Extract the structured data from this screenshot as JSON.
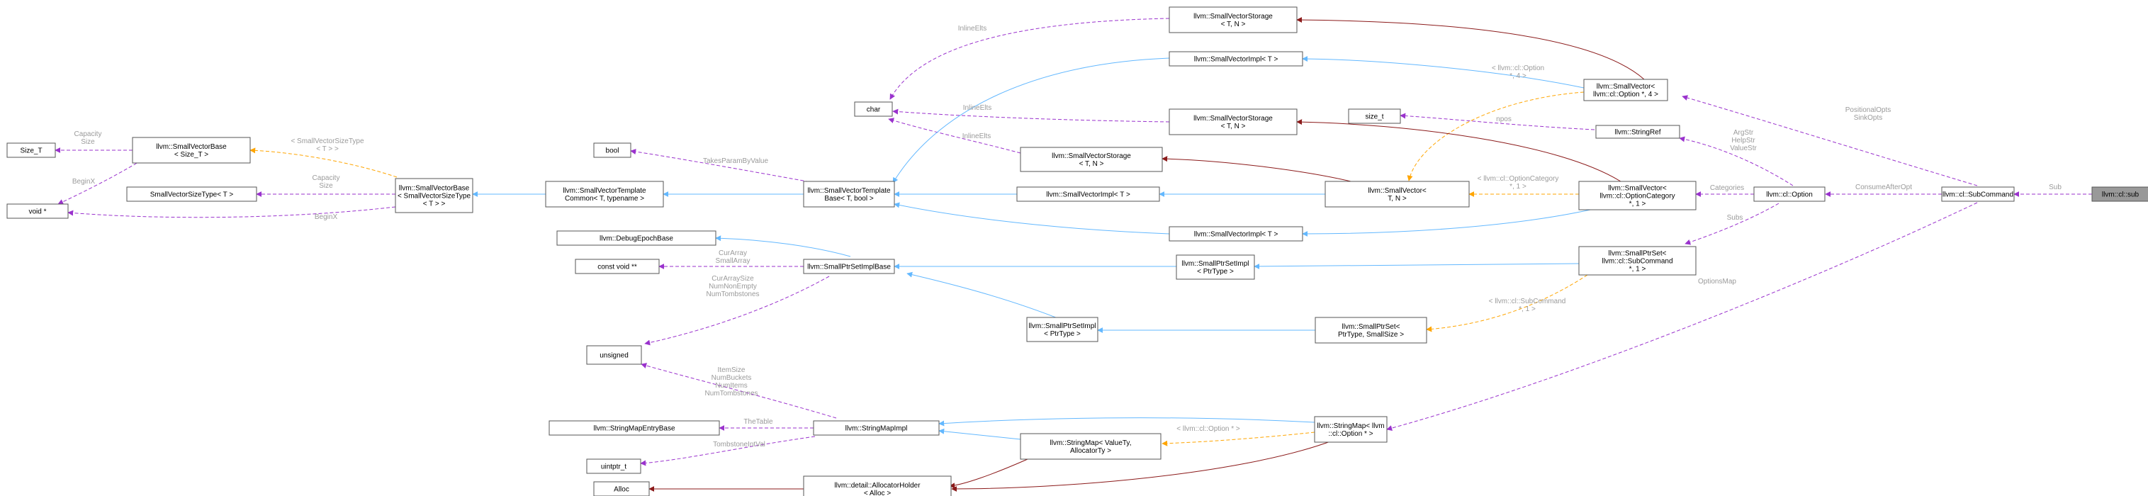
{
  "colors": {
    "inheritance": "#63b8ff",
    "usage": "#9a32cd",
    "template": "#ffa500",
    "composition": "#8b1a1a",
    "focus_fill": "#999999"
  },
  "nodes": [
    {
      "id": "sub",
      "lines": [
        "llvm::cl::sub"
      ],
      "focus": true
    },
    {
      "id": "subcommand",
      "lines": [
        "llvm::cl::SubCommand"
      ]
    },
    {
      "id": "option",
      "lines": [
        "llvm::cl::Option"
      ]
    },
    {
      "id": "sv_opt4",
      "lines": [
        "llvm::SmallVector<",
        "llvm::cl::Option *, 4 >"
      ]
    },
    {
      "id": "sv_optcat",
      "lines": [
        "llvm::SmallVector<",
        "llvm::cl::OptionCategory",
        "*, 1 >"
      ]
    },
    {
      "id": "sps_sub",
      "lines": [
        "llvm::SmallPtrSet<",
        "llvm::cl::SubCommand",
        "*, 1 >"
      ]
    },
    {
      "id": "stringref",
      "lines": [
        "llvm::StringRef"
      ]
    },
    {
      "id": "size_t",
      "lines": [
        "size_t"
      ]
    },
    {
      "id": "svs_top",
      "lines": [
        "llvm::SmallVectorStorage",
        "< T, N >"
      ]
    },
    {
      "id": "svimpl_top",
      "lines": [
        "llvm::SmallVectorImpl< T >"
      ]
    },
    {
      "id": "svs_mid",
      "lines": [
        "llvm::SmallVectorStorage",
        "< T, N >"
      ]
    },
    {
      "id": "svs_low",
      "lines": [
        "llvm::SmallVectorStorage",
        "< T, N >"
      ]
    },
    {
      "id": "svimpl_mid",
      "lines": [
        "llvm::SmallVectorImpl< T >"
      ]
    },
    {
      "id": "sv_tn",
      "lines": [
        "llvm::SmallVector<",
        "T, N >"
      ]
    },
    {
      "id": "svimpl_low",
      "lines": [
        "llvm::SmallVectorImpl< T >"
      ]
    },
    {
      "id": "char",
      "lines": [
        "char"
      ]
    },
    {
      "id": "bool",
      "lines": [
        "bool"
      ]
    },
    {
      "id": "svtb",
      "lines": [
        "llvm::SmallVectorTemplate",
        "Base< T, bool >"
      ]
    },
    {
      "id": "svtcb",
      "lines": [
        "llvm::SmallVectorTemplate",
        "Common< T, typename >"
      ]
    },
    {
      "id": "svb_svst",
      "lines": [
        "llvm::SmallVectorBase",
        "< SmallVectorSizeType",
        "< T > >"
      ]
    },
    {
      "id": "svb_size",
      "lines": [
        "llvm::SmallVectorBase",
        "< Size_T >"
      ]
    },
    {
      "id": "Size_T",
      "lines": [
        "Size_T"
      ]
    },
    {
      "id": "voidp",
      "lines": [
        "void *"
      ]
    },
    {
      "id": "svst",
      "lines": [
        "SmallVectorSizeType< T >"
      ]
    },
    {
      "id": "debug",
      "lines": [
        "llvm::DebugEpochBase"
      ]
    },
    {
      "id": "cvoidpp",
      "lines": [
        "const void **"
      ]
    },
    {
      "id": "spsib",
      "lines": [
        "llvm::SmallPtrSetImplBase"
      ]
    },
    {
      "id": "unsigned",
      "lines": [
        "unsigned"
      ]
    },
    {
      "id": "spsi_top",
      "lines": [
        "llvm::SmallPtrSetImpl",
        "< PtrType >"
      ]
    },
    {
      "id": "spsi_low",
      "lines": [
        "llvm::SmallPtrSetImpl",
        "< PtrType >"
      ]
    },
    {
      "id": "sps_gen",
      "lines": [
        "llvm::SmallPtrSet<",
        "PtrType, SmallSize >"
      ]
    },
    {
      "id": "smeb",
      "lines": [
        "llvm::StringMapEntryBase"
      ]
    },
    {
      "id": "uintptr",
      "lines": [
        "uintptr_t"
      ]
    },
    {
      "id": "alloc",
      "lines": [
        "Alloc"
      ]
    },
    {
      "id": "smimpl",
      "lines": [
        "llvm::StringMapImpl"
      ]
    },
    {
      "id": "sm_vt",
      "lines": [
        "llvm::StringMap< ValueTy,",
        "AllocatorTy >"
      ]
    },
    {
      "id": "allocholder",
      "lines": [
        "llvm::detail::AllocatorHolder",
        "< Alloc >"
      ]
    },
    {
      "id": "sm_opt",
      "lines": [
        "llvm::StringMap< llvm",
        "::cl::Option * >"
      ]
    }
  ],
  "edge_labels": [
    {
      "id": "l_sub",
      "lines": [
        "Sub"
      ]
    },
    {
      "id": "l_consume",
      "lines": [
        "ConsumeAfterOpt"
      ]
    },
    {
      "id": "l_positional",
      "lines": [
        "PositionalOpts",
        "SinkOpts"
      ]
    },
    {
      "id": "l_optionsmap",
      "lines": [
        "OptionsMap"
      ]
    },
    {
      "id": "l_categories",
      "lines": [
        "Categories"
      ]
    },
    {
      "id": "l_subs",
      "lines": [
        "Subs"
      ]
    },
    {
      "id": "l_argstr",
      "lines": [
        "ArgStr",
        "HelpStr",
        "ValueStr"
      ]
    },
    {
      "id": "l_npos",
      "lines": [
        "npos"
      ]
    },
    {
      "id": "l_inlineelts_top",
      "lines": [
        "InlineElts"
      ]
    },
    {
      "id": "l_inlineelts_mid",
      "lines": [
        "InlineElts"
      ]
    },
    {
      "id": "l_inlineelts_low",
      "lines": [
        "InlineElts"
      ]
    },
    {
      "id": "l_tpl_opt4",
      "lines": [
        "< llvm::cl::Option",
        "*, 4 >"
      ]
    },
    {
      "id": "l_tpl_optcat",
      "lines": [
        "< llvm::cl::OptionCategory",
        "*, 1 >"
      ]
    },
    {
      "id": "l_tpl_subcmd",
      "lines": [
        "< llvm::cl::SubCommand",
        "*, 1 >"
      ]
    },
    {
      "id": "l_tpl_sm",
      "lines": [
        "< llvm::cl::Option * >"
      ]
    },
    {
      "id": "l_takesparam",
      "lines": [
        "TakesParamByValue"
      ]
    },
    {
      "id": "l_tpl_svst",
      "lines": [
        "< SmallVectorSizeType",
        "< T > >"
      ]
    },
    {
      "id": "l_capsize",
      "lines": [
        "Capacity",
        "Size"
      ]
    },
    {
      "id": "l_beginx_top",
      "lines": [
        "BeginX"
      ]
    },
    {
      "id": "l_capsize2",
      "lines": [
        "Capacity",
        "Size"
      ]
    },
    {
      "id": "l_beginx_low",
      "lines": [
        "BeginX"
      ]
    },
    {
      "id": "l_curarray",
      "lines": [
        "CurArray",
        "SmallArray"
      ]
    },
    {
      "id": "l_curarraysize",
      "lines": [
        "CurArraySize",
        "NumNonEmpty",
        "NumTombstones"
      ]
    },
    {
      "id": "l_itemsize",
      "lines": [
        "ItemSize",
        "NumBuckets",
        "NumItems",
        "NumTombstones"
      ]
    },
    {
      "id": "l_thetable",
      "lines": [
        "TheTable"
      ]
    },
    {
      "id": "l_tombstone",
      "lines": [
        "TombstoneIntVal"
      ]
    }
  ]
}
